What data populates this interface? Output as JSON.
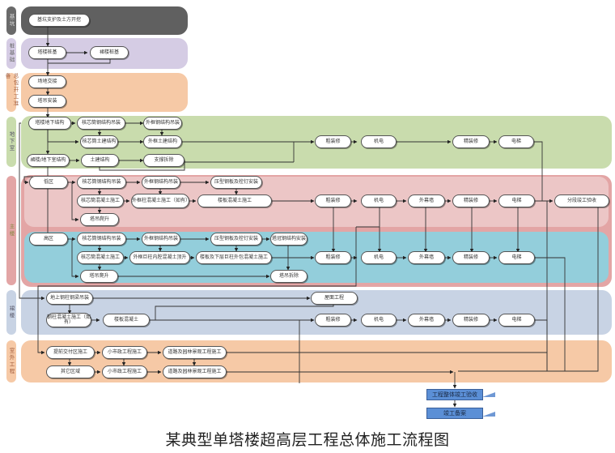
{
  "title": "某典型单塔楼超高层工程总体施工流程图",
  "colors": {
    "foundation_pit": "#606060",
    "pile": "#d5cce4",
    "prep": "#f6c9a6",
    "basement": "#c9dcad",
    "main_tower": "#e9c3c3",
    "main_tower_high": "#93cedb",
    "podium": "#c8d3e4",
    "outdoor": "#f6c9a6",
    "final_box": "#5b8fd6"
  },
  "lanes": [
    {
      "id": "foundation_pit",
      "label": "基坑"
    },
    {
      "id": "pile",
      "label": "桩基础"
    },
    {
      "id": "prep",
      "label": "总包开工准备"
    },
    {
      "id": "basement",
      "label": "地下室"
    },
    {
      "id": "main_tower",
      "label": "主楼"
    },
    {
      "id": "podium",
      "label": "裙楼"
    },
    {
      "id": "outdoor",
      "label": "室外工程"
    }
  ],
  "nodes": {
    "pit_excavation": "基坑支护及土方开挖",
    "tower_pile": "塔楼桩基",
    "podium_pile": "裙楼桩基",
    "site_handover": "场地交接",
    "crane_install": "塔吊安装",
    "tower_basement": "塔楼地下结构",
    "core_steel_b": "核芯筒钢结构吊装",
    "outer_steel_b": "外框钢结构吊装",
    "core_civil_b": "核芯筒土建结构",
    "outer_civil_b": "外框土建结构",
    "podium_basement": "裙楼/地下室结构",
    "civil_structure": "土建结构",
    "support_removal": "支撑拆除",
    "rough_deco_b": "粗装修",
    "mep_b": "机电",
    "fine_deco_b": "精装修",
    "elevator_b": "电梯",
    "low_zone": "低区",
    "core_steel_l": "核芯筒钢结构吊装",
    "outer_steel_l": "外框钢结构吊装",
    "deck_l": "压型钢板及栓钉安装",
    "core_concrete_l": "核芯筒混凝土施工",
    "outer_column_l": "外框柱混凝土施工（如有）",
    "slab_l": "楼板混凝土施工",
    "crane_climb_l": "塔吊爬升",
    "rough_deco_l": "粗装修",
    "mep_l": "机电",
    "curtain_l": "外幕墙",
    "fine_deco_l": "精装修",
    "elevator_l": "电梯",
    "stage_acceptance": "分段竣工验收",
    "high_zone": "高区",
    "core_steel_h": "核芯筒钢结构吊装",
    "outer_steel_h": "外框钢结构吊装",
    "deck_h": "压型钢板及栓钉安装",
    "crown_steel_h": "塔冠钢结构安装",
    "core_concrete_h": "核芯筒混凝土施工",
    "mega_column_h": "外框巨柱内腔混凝土顶升",
    "slab_h": "楼板及下层巨柱外包混凝土施工",
    "crane_climb_h": "塔吊爬升",
    "crane_remove_h": "塔吊拆除",
    "rough_deco_h": "粗装修",
    "mep_h": "机电",
    "curtain_h": "外幕墙",
    "fine_deco_h": "精装修",
    "elevator_h": "电梯",
    "podium_steel": "地上钢柱钢梁吊装",
    "podium_column_concrete": "钢柱混凝土施工（如有）",
    "podium_slab": "楼板混凝土",
    "roof_work": "屋面工程",
    "rough_deco_p": "粗装修",
    "mep_p": "机电",
    "curtain_p": "外幕墙",
    "fine_deco_p": "精装修",
    "elevator_p": "电梯",
    "handover_area": "提前交付区施工",
    "municipal_1": "小市政工程施工",
    "landscape_1": "道路及园林景观工程施工",
    "other_area": "其它区域",
    "municipal_2": "小市政工程施工",
    "landscape_2": "道路及园林景观工程施工",
    "overall_acceptance": "工程整体竣工验收",
    "completion_filing": "竣工备案"
  }
}
